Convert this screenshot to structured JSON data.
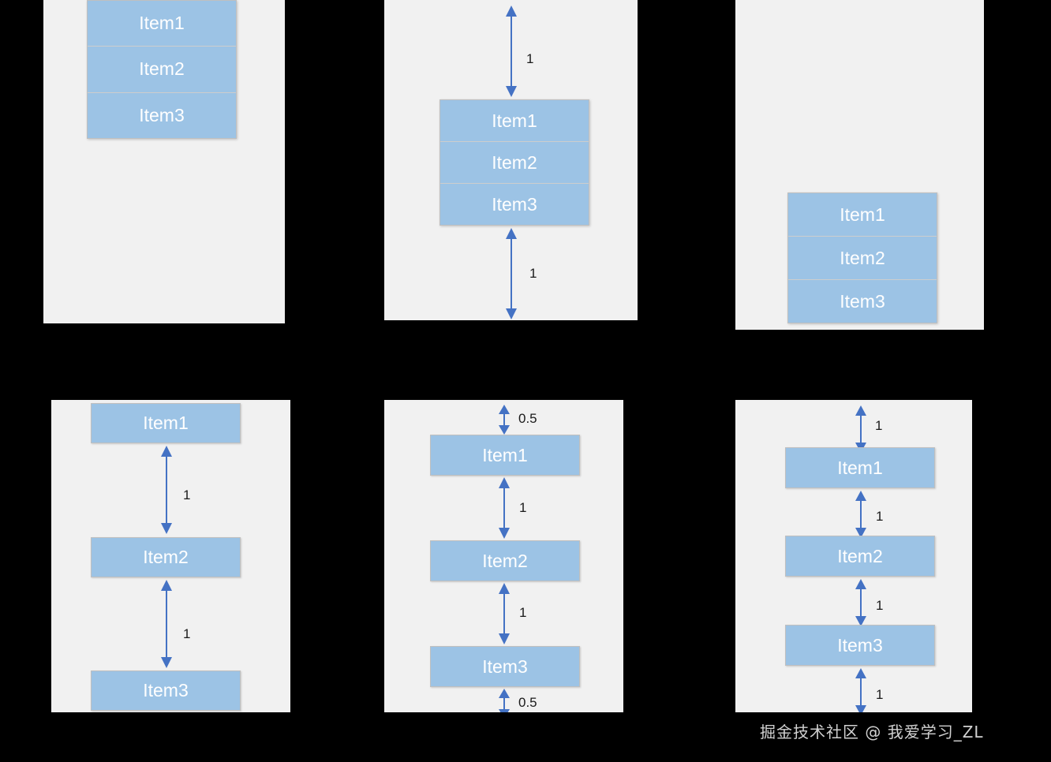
{
  "meta": {
    "watermark": "掘金技术社区 @ 我爱学习_ZL",
    "colors": {
      "canvas": "#000000",
      "panel": "#f1f1f1",
      "item_fill": "#9cc3e5",
      "item_border": "#bfbfbf",
      "item_text": "#ffffff",
      "arrow": "#4472c4",
      "label_text": "#1a1a1a",
      "divider": "#cdcdcd"
    }
  },
  "items": {
    "item1": "Item1",
    "item2": "Item2",
    "item3": "Item3"
  },
  "panels": [
    {
      "id": "panel-top-left",
      "name": "flex-start-stacked",
      "items": [
        "Item1",
        "Item2",
        "Item3"
      ],
      "gaps": []
    },
    {
      "id": "panel-top-center",
      "name": "center-stacked-with-equal-outer-gaps",
      "items": [
        "Item1",
        "Item2",
        "Item3"
      ],
      "gaps": [
        {
          "position": "above-group",
          "label": "1"
        },
        {
          "position": "below-group",
          "label": "1"
        }
      ]
    },
    {
      "id": "panel-top-right",
      "name": "flex-end-stacked",
      "items": [
        "Item1",
        "Item2",
        "Item3"
      ],
      "gaps": []
    },
    {
      "id": "panel-bottom-left",
      "name": "space-between",
      "items": [
        "Item1",
        "Item2",
        "Item3"
      ],
      "gaps": [
        {
          "position": "between-1-2",
          "label": "1"
        },
        {
          "position": "between-2-3",
          "label": "1"
        }
      ]
    },
    {
      "id": "panel-bottom-center",
      "name": "space-around",
      "items": [
        "Item1",
        "Item2",
        "Item3"
      ],
      "gaps": [
        {
          "position": "above-item1",
          "label": "0.5"
        },
        {
          "position": "between-1-2",
          "label": "1"
        },
        {
          "position": "between-2-3",
          "label": "1"
        },
        {
          "position": "below-item3",
          "label": "0.5"
        }
      ]
    },
    {
      "id": "panel-bottom-right",
      "name": "space-evenly",
      "items": [
        "Item1",
        "Item2",
        "Item3"
      ],
      "gaps": [
        {
          "position": "above-item1",
          "label": "1"
        },
        {
          "position": "between-1-2",
          "label": "1"
        },
        {
          "position": "between-2-3",
          "label": "1"
        },
        {
          "position": "below-item3",
          "label": "1"
        }
      ]
    }
  ]
}
